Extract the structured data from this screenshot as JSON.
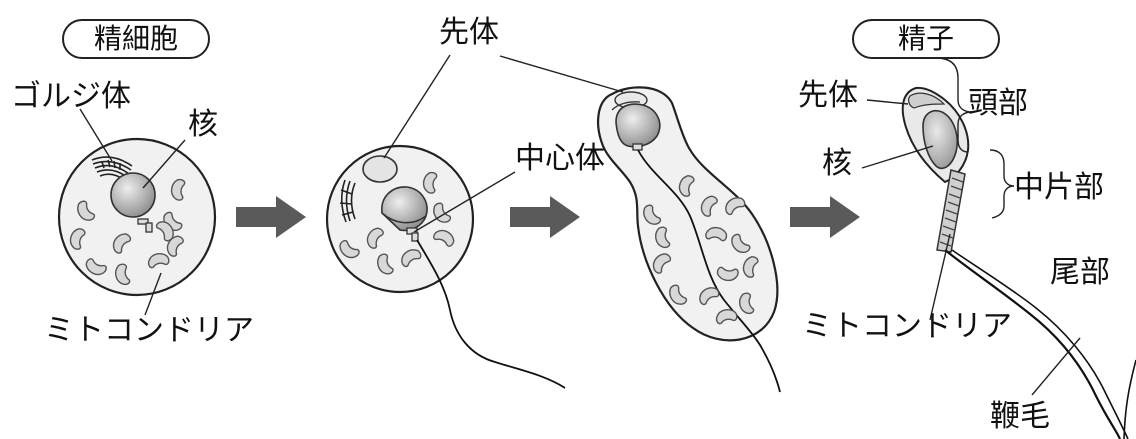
{
  "titles": {
    "spermatid": "精細胞",
    "sperm": "精子"
  },
  "labels": {
    "golgi": "ゴルジ体",
    "nucleus_1": "核",
    "mitochondria_1": "ミトコンドリア",
    "acrosome_top": "先体",
    "centriole": "中心体",
    "acrosome_sperm": "先体",
    "head": "頭部",
    "nucleus_sperm": "核",
    "midpiece": "中片部",
    "tail": "尾部",
    "mitochondria_sperm": "ミトコンドリア",
    "flagellum": "鞭毛"
  },
  "colors": {
    "cell_fill": "#f1f1f1",
    "nucleus_fill": "#b8b8b8",
    "mitochondria_fill": "#d8d8d8",
    "arrow_fill": "#5a5a5a",
    "line": "#222222"
  }
}
